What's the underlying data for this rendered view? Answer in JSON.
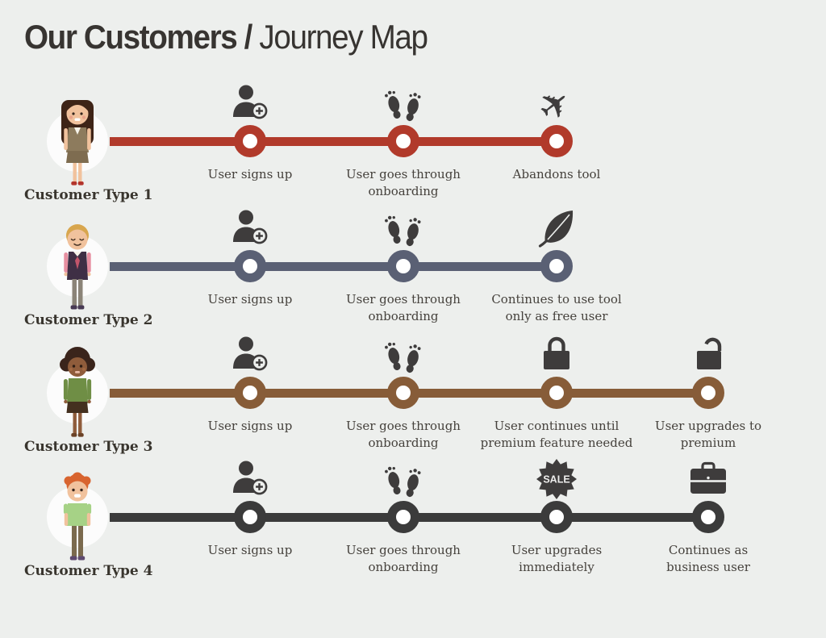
{
  "title": {
    "bold": "Our Customers /",
    "light": "Journey Map"
  },
  "colors": {
    "background": "#EDEFED",
    "icon": "#3E3C3C",
    "node_hole": "#FFFFFF",
    "avatar_circle": "#FCFCFC",
    "row_lines": [
      "#B13A2B",
      "#5A6074",
      "#875C38",
      "#3B3B3B"
    ]
  },
  "rows": [
    {
      "customer": "Customer Type 1",
      "color": "#B13A2B",
      "steps": [
        {
          "icon": "user-signup-icon",
          "label": "User signs up"
        },
        {
          "icon": "footprints-icon",
          "label": "User goes through\nonboarding"
        },
        {
          "icon": "airplane-icon",
          "label": "Abandons tool"
        }
      ]
    },
    {
      "customer": "Customer Type 2",
      "color": "#5A6074",
      "steps": [
        {
          "icon": "user-signup-icon",
          "label": "User signs up"
        },
        {
          "icon": "footprints-icon",
          "label": "User goes through\nonboarding"
        },
        {
          "icon": "leaf-icon",
          "label": "Continues to use tool\nonly as free user"
        }
      ]
    },
    {
      "customer": "Customer Type 3",
      "color": "#875C38",
      "steps": [
        {
          "icon": "user-signup-icon",
          "label": "User signs up"
        },
        {
          "icon": "footprints-icon",
          "label": "User goes through\nonboarding"
        },
        {
          "icon": "lock-closed-icon",
          "label": "User continues until\npremium feature needed"
        },
        {
          "icon": "lock-open-icon",
          "label": "User upgrades to\npremium"
        }
      ]
    },
    {
      "customer": "Customer Type 4",
      "color": "#3B3B3B",
      "steps": [
        {
          "icon": "user-signup-icon",
          "label": "User signs up"
        },
        {
          "icon": "footprints-icon",
          "label": "User goes through\nonboarding"
        },
        {
          "icon": "sale-badge-icon",
          "label": "User upgrades\nimmediately",
          "badge_text": "SALE"
        },
        {
          "icon": "briefcase-icon",
          "label": "Continues as\nbusiness user"
        }
      ]
    }
  ]
}
